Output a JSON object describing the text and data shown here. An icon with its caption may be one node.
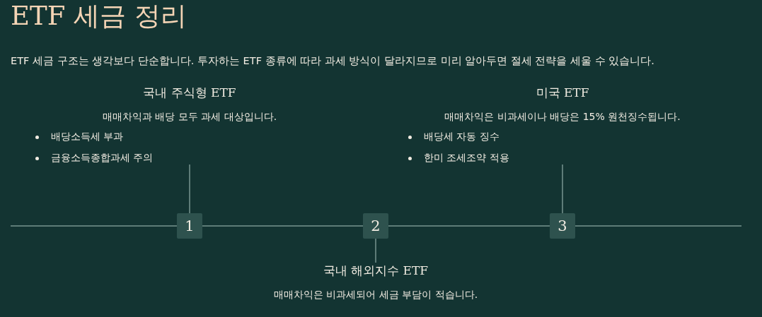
{
  "diagram": {
    "title": "ETF 세금 정리",
    "nodes": [
      {
        "text": [
          "국내 주식형 ETF",
          "매매차익과 배당 모두 과세 대상입니다.",
          "배당소득세 부과",
          "금융소득종합과세 주의"
        ]
      },
      {
        "text": [
          "미국 ETF",
          "매매차익은 비과세이나 배당은 15% 원천징수됩니다.",
          "배당세 자동 징수",
          "한미 조세조약 적용"
        ]
      },
      {
        "text": [
          "1"
        ]
      },
      {
        "text": [
          "2"
        ]
      },
      {
        "text": [
          "3"
        ]
      },
      {
        "text": [
          "국내 해외지수 ETF",
          "매매차익은 비과세되어 세금 부담이 적습니다."
        ]
      }
    ],
    "edges": [
      {
        "from": 2,
        "to": 0,
        "arrow": "none"
      },
      {
        "from": 4,
        "to": 1,
        "arrow": "none"
      },
      {
        "from": 3,
        "to": 5,
        "arrow": "none"
      },
      {
        "from": 2,
        "to": 3,
        "arrow": "none"
      },
      {
        "from": 3,
        "to": 4,
        "arrow": "none"
      }
    ],
    "labels": [
      "ETF 세금 구조는 생각보다 단순합니다. 투자하는 ETF 종류에 따라 과세 방식이 달라지므로 미리 알아두면 절세 전략을 세울 수 있습니다."
    ]
  }
}
